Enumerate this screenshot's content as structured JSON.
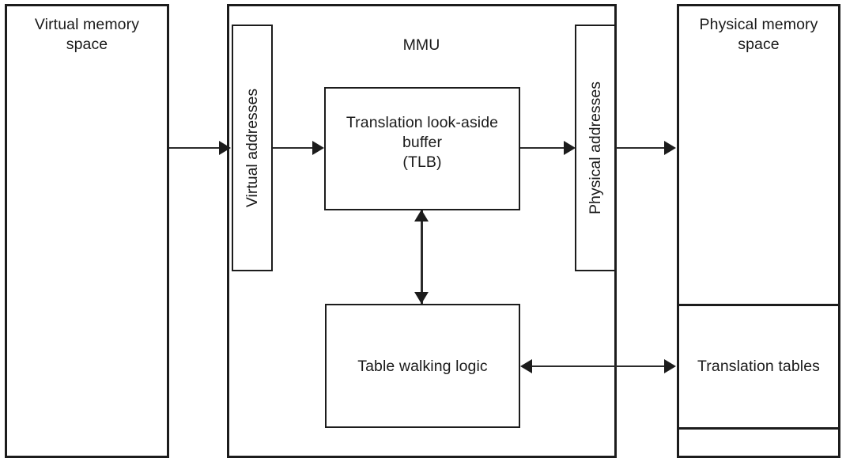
{
  "diagram": {
    "title": "MMU address translation block diagram",
    "colors": {
      "stroke": "#1c1c1c",
      "line": "#2b2b2b",
      "background": "#ffffff",
      "text": "#1a1a1a"
    },
    "blocks": {
      "virtual_memory_space": "Virtual memory\nspace",
      "virtual_addresses": "Virtual addresses",
      "mmu": "MMU",
      "tlb": "Translation look-aside\nbuffer\n(TLB)",
      "table_walking_logic": "Table walking logic",
      "physical_addresses": "Physical addresses",
      "physical_memory_space": "Physical memory\nspace",
      "translation_tables": "Translation tables"
    },
    "connections": [
      {
        "name": "virtual-memory-to-virtual-addresses",
        "from": "Virtual memory space",
        "to": "Virtual addresses",
        "direction": "right"
      },
      {
        "name": "virtual-addresses-to-tlb",
        "from": "Virtual addresses",
        "to": "Translation look-aside buffer (TLB)",
        "direction": "right"
      },
      {
        "name": "tlb-to-physical-addresses",
        "from": "Translation look-aside buffer (TLB)",
        "to": "Physical addresses",
        "direction": "right"
      },
      {
        "name": "physical-addresses-to-physical-memory",
        "from": "Physical addresses",
        "to": "Physical memory space",
        "direction": "right"
      },
      {
        "name": "tlb-to-table-walking-logic",
        "from": "Translation look-aside buffer (TLB)",
        "to": "Table walking logic",
        "direction": "bidirectional-vertical"
      },
      {
        "name": "table-walking-logic-to-translation-tables",
        "from": "Table walking logic",
        "to": "Translation tables",
        "direction": "bidirectional-horizontal"
      }
    ]
  }
}
